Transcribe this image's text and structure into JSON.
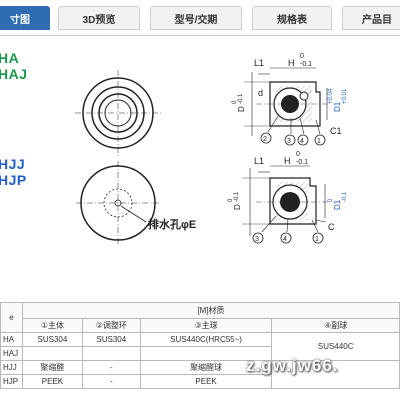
{
  "tabs": [
    {
      "label": "寸图",
      "active": true
    },
    {
      "label": "3D预览",
      "active": false
    },
    {
      "label": "型号/交期",
      "active": false
    },
    {
      "label": "规格表",
      "active": false
    },
    {
      "label": "产品目",
      "active": false
    }
  ],
  "model_codes": {
    "group1": [
      "HA",
      "HAJ"
    ],
    "group2": [
      "HJJ",
      "HJP"
    ]
  },
  "drawing": {
    "top_labels": {
      "L1": "L1",
      "H": "H",
      "H_tol_upper": "0",
      "H_tol_lower": "-0.1",
      "d": "d"
    },
    "top_d_dims": {
      "D": "D",
      "D_tol_upper": "0",
      "D_tol_lower": "-0.1",
      "D1": "D1",
      "D1_tol_upper": "+0.04",
      "D1_tol_lower": "+0.01",
      "C1": "C1"
    },
    "top_parts": [
      "2",
      "3",
      "4",
      "1"
    ],
    "bottom_labels": {
      "L1": "L1",
      "H": "H",
      "H_tol_upper": "0",
      "H_tol_lower": "-0.1"
    },
    "bottom_d_dims": {
      "D": "D",
      "D_tol_upper": "0",
      "D_tol_lower": "-0.1",
      "D1": "D1",
      "D1_tol_upper": "0",
      "D1_tol_lower": "-0.1",
      "C": "C"
    },
    "bottom_parts": [
      "3",
      "4",
      "1"
    ],
    "drain_hole_label": "排水孔φE"
  },
  "table": {
    "corner_label": "e",
    "material_header": "[M]材质",
    "columns": [
      "①主体",
      "②调整环",
      "③主球",
      "④副球"
    ],
    "rows": [
      {
        "model": "HA",
        "main_body": "SUS304",
        "adjust_ring": "SUS304",
        "main_ball": "SUS440C(HRC55~)",
        "sub_ball": "SUS440C"
      },
      {
        "model": "HAJ",
        "main_body": "",
        "adjust_ring": "",
        "main_ball": "",
        "sub_ball": ""
      },
      {
        "model": "HJJ",
        "main_body": "聚缩醛",
        "adjust_ring": "-",
        "main_ball": "聚缩醛球",
        "sub_ball": ""
      },
      {
        "model": "HJP",
        "main_body": "PEEK",
        "adjust_ring": "-",
        "main_ball": "PEEK",
        "sub_ball": ""
      }
    ]
  },
  "watermark": "z.gw.jw66."
}
